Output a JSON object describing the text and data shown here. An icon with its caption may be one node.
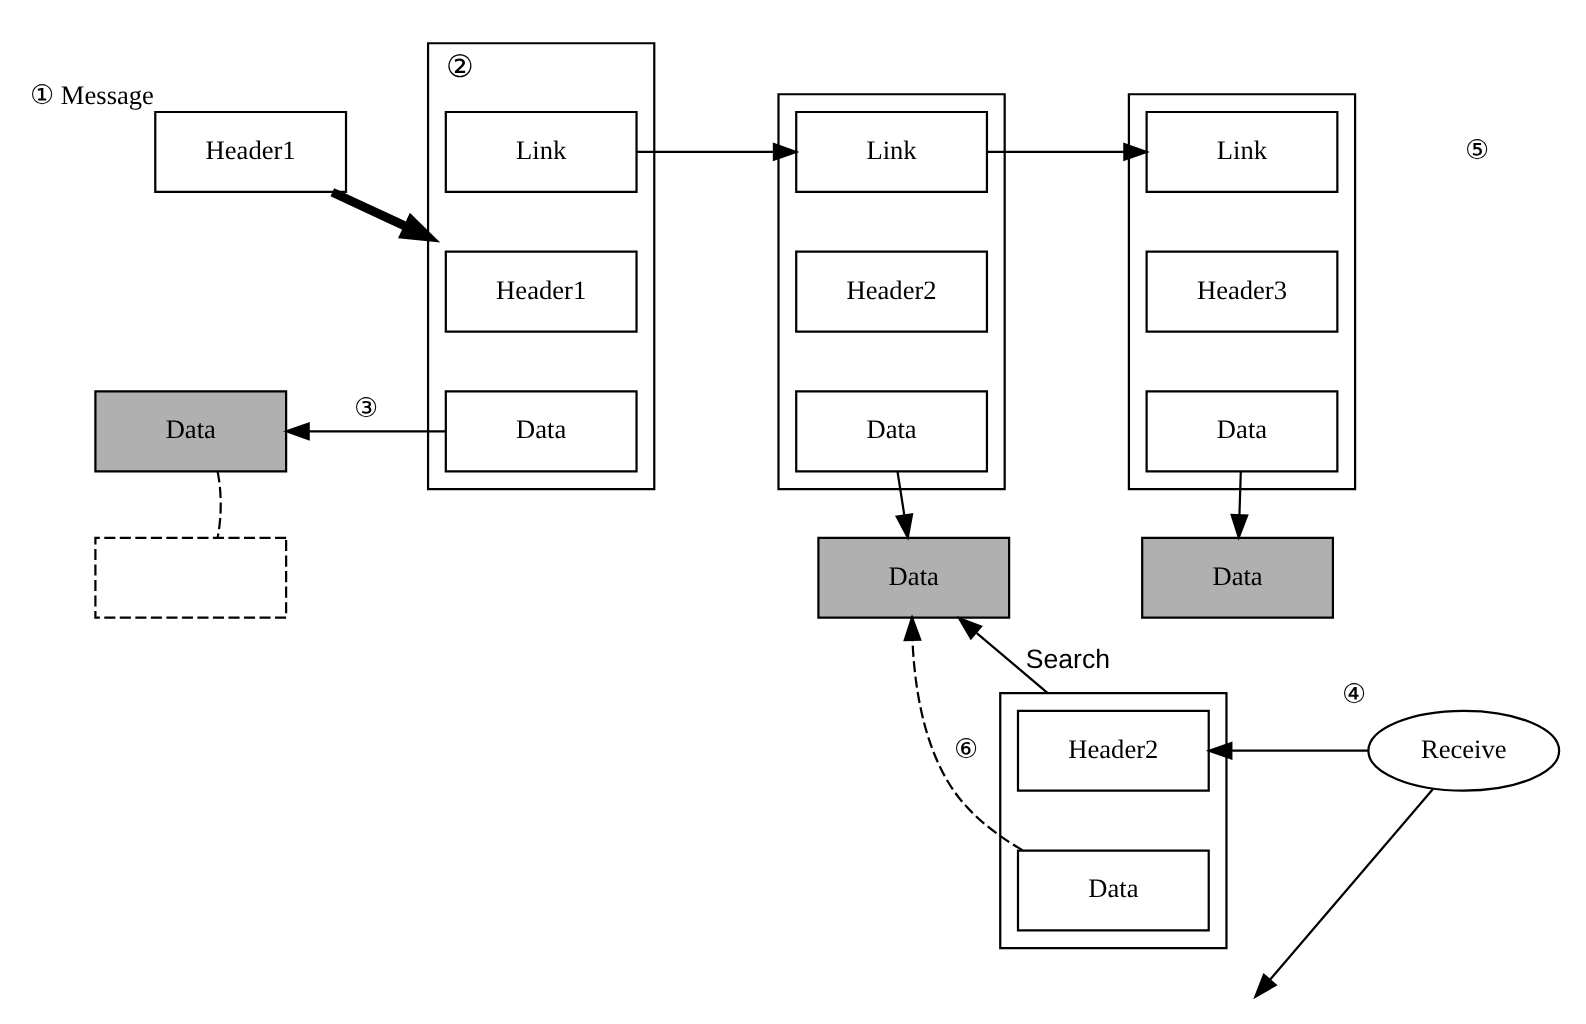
{
  "diagram": {
    "nodes": [
      {
        "text": [
          "Header1"
        ],
        "beside": [
          "① Message"
        ]
      },
      {
        "text": [
          "Data"
        ]
      },
      {
        "text": [],
        "shape": "box",
        "beside": [
          "②"
        ]
      },
      {
        "text": [
          "Link"
        ],
        "in": 2
      },
      {
        "text": [
          "Header1"
        ],
        "in": 2
      },
      {
        "text": [
          "Data"
        ],
        "in": 2
      },
      {
        "text": [],
        "shape": "box"
      },
      {
        "text": [],
        "shape": "box"
      },
      {
        "text": [
          "Link"
        ],
        "in": 7
      },
      {
        "text": [
          "Header2"
        ],
        "in": 7
      },
      {
        "text": [
          "Data"
        ],
        "in": 7
      },
      {
        "text": [
          "Data"
        ]
      },
      {
        "text": [],
        "shape": "box"
      },
      {
        "text": [
          "Link"
        ],
        "in": 12
      },
      {
        "text": [
          "Header3"
        ],
        "in": 12
      },
      {
        "text": [
          "Data"
        ],
        "in": 12
      },
      {
        "text": [
          "Data"
        ]
      },
      {
        "text": [],
        "shape": "box"
      },
      {
        "text": [
          "Header2"
        ],
        "in": 17
      },
      {
        "text": [
          "Data"
        ],
        "in": 17
      },
      {
        "text": [
          "Receive"
        ],
        "beside": [
          "④"
        ]
      }
    ],
    "edges": [
      {
        "from": 0,
        "to": 2,
        "arrow": "to",
        "style": "thick"
      },
      {
        "from": 5,
        "to": 1,
        "arrow": "to",
        "label": "③"
      },
      {
        "from": 1,
        "to": 6,
        "arrow": "none",
        "style": "dashed"
      },
      {
        "from": 3,
        "to": 8,
        "arrow": "to"
      },
      {
        "from": 8,
        "to": 13,
        "arrow": "to"
      },
      {
        "from": 10,
        "to": 11,
        "arrow": "to"
      },
      {
        "from": 15,
        "to": 16,
        "arrow": "to"
      },
      {
        "from": 17,
        "to": 11,
        "arrow": "to",
        "label": "Search"
      },
      {
        "from": 20,
        "to": 18,
        "arrow": "to"
      },
      {
        "from": 19,
        "to": 11,
        "arrow": "to",
        "style": "dashed",
        "label": "⑥"
      },
      {
        "from": 20,
        "to": null,
        "arrow": "to"
      }
    ],
    "labels": [
      "⑤"
    ]
  }
}
